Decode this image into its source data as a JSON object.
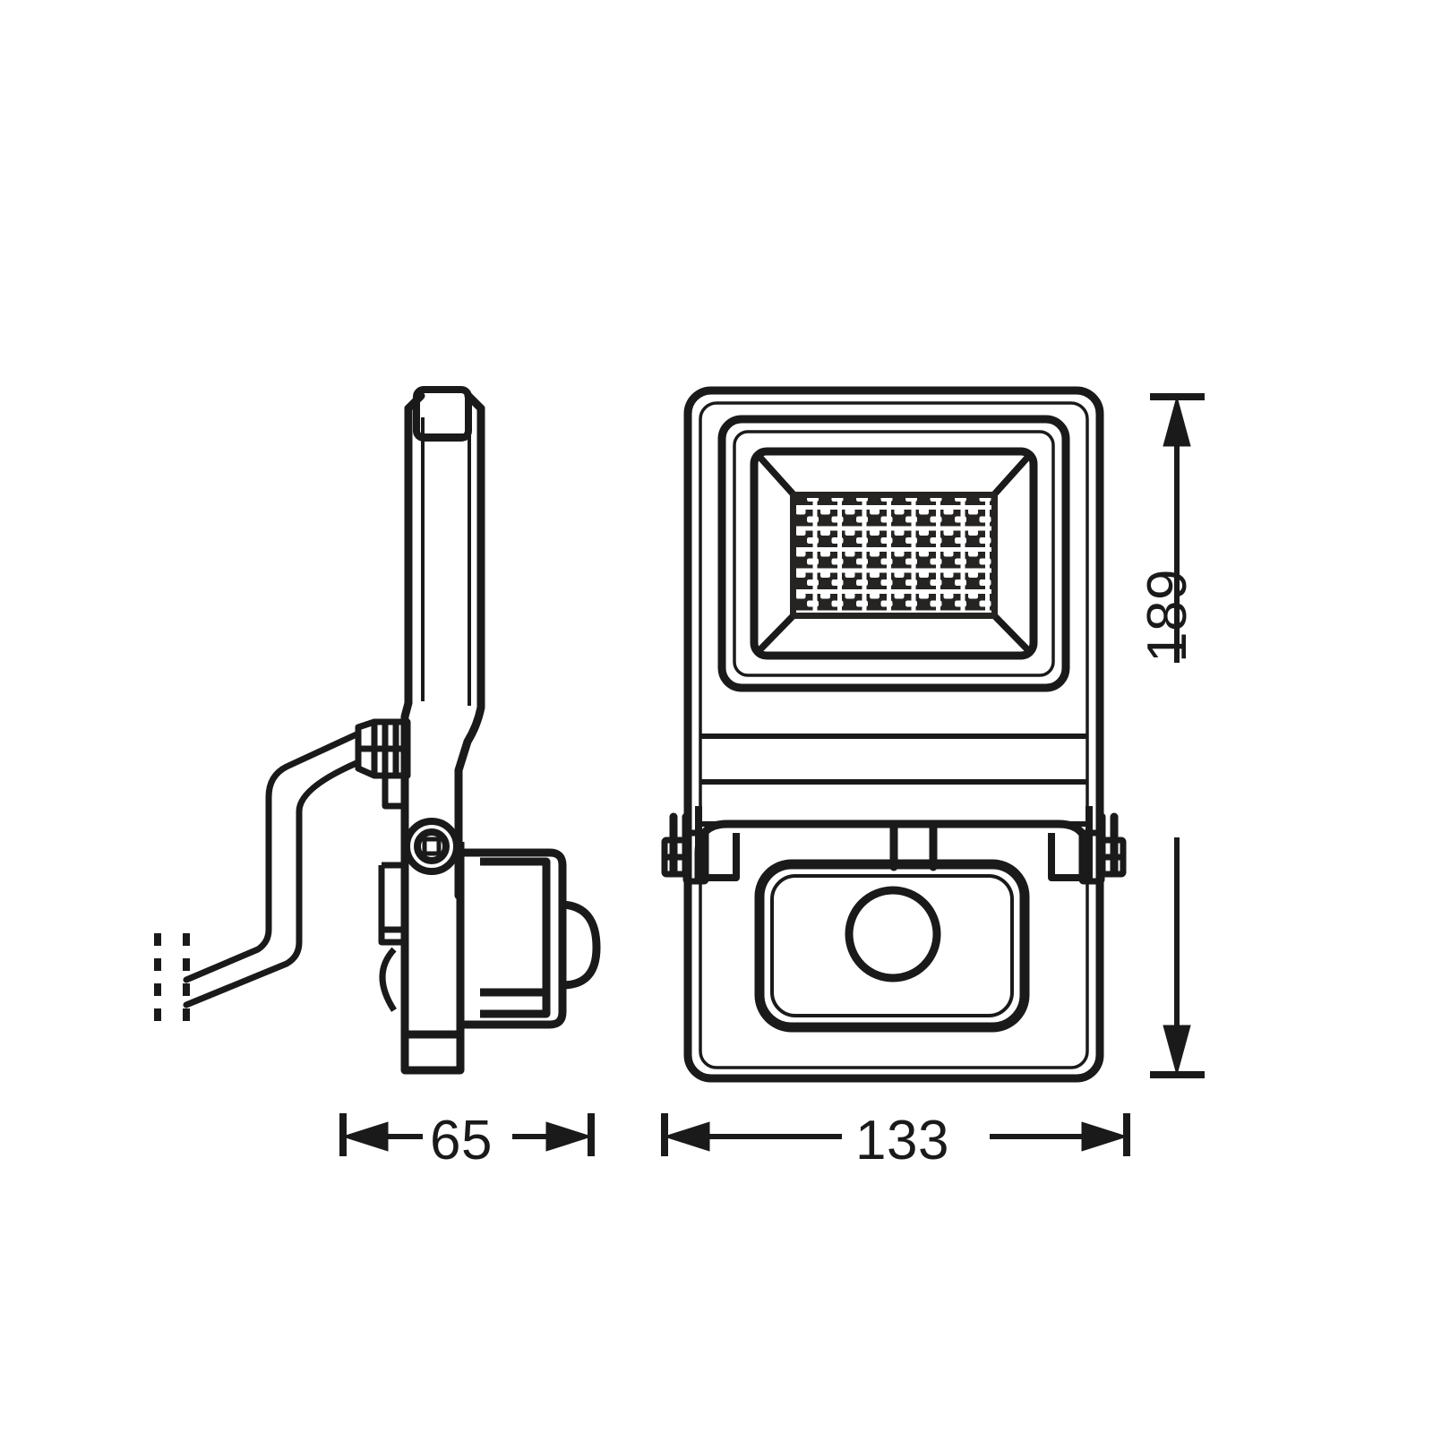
{
  "drawing": {
    "title": "LED floodlight with motion sensor - dimensional drawing",
    "type": "orthographic-technical-drawing",
    "background_color": "#ffffff",
    "line_color": "#1a1a1a",
    "units": "mm",
    "views": [
      {
        "id": "side-view",
        "name": "Side elevation view",
        "position": "left",
        "features": [
          "mounting-bracket-arm",
          "slim-housing-profile",
          "cable-gland",
          "power-cable",
          "pivot-bolt",
          "sensor-housing",
          "cable-break-lines"
        ]
      },
      {
        "id": "front-view",
        "name": "Front elevation view",
        "position": "right",
        "features": [
          "outer-housing-frame",
          "inner-bezel-frame",
          "reflector-chamfer",
          "led-array-panel",
          "heatsink-fins",
          "mounting-bracket",
          "bracket-screw-left",
          "bracket-screw-right",
          "sensor-housing",
          "pir-lens"
        ]
      }
    ]
  },
  "dimensions": {
    "height": {
      "value": "189",
      "unit": "mm",
      "orientation": "vertical",
      "position": "right",
      "measures": "front-view overall height",
      "arrow_style": "double-arrow-inward"
    },
    "depth": {
      "value": "65",
      "unit": "mm",
      "orientation": "horizontal",
      "position": "bottom-left",
      "measures": "side-view overall depth",
      "arrow_style": "double-arrow-outward"
    },
    "width": {
      "value": "133",
      "unit": "mm",
      "orientation": "horizontal",
      "position": "bottom-right",
      "measures": "front-view overall width",
      "arrow_style": "double-arrow-outward"
    }
  },
  "led_array": {
    "columns": 8,
    "rows": 6,
    "cell_shape": "rounded-square",
    "panel_color": "#262422",
    "grid_color": "#ffffff"
  }
}
